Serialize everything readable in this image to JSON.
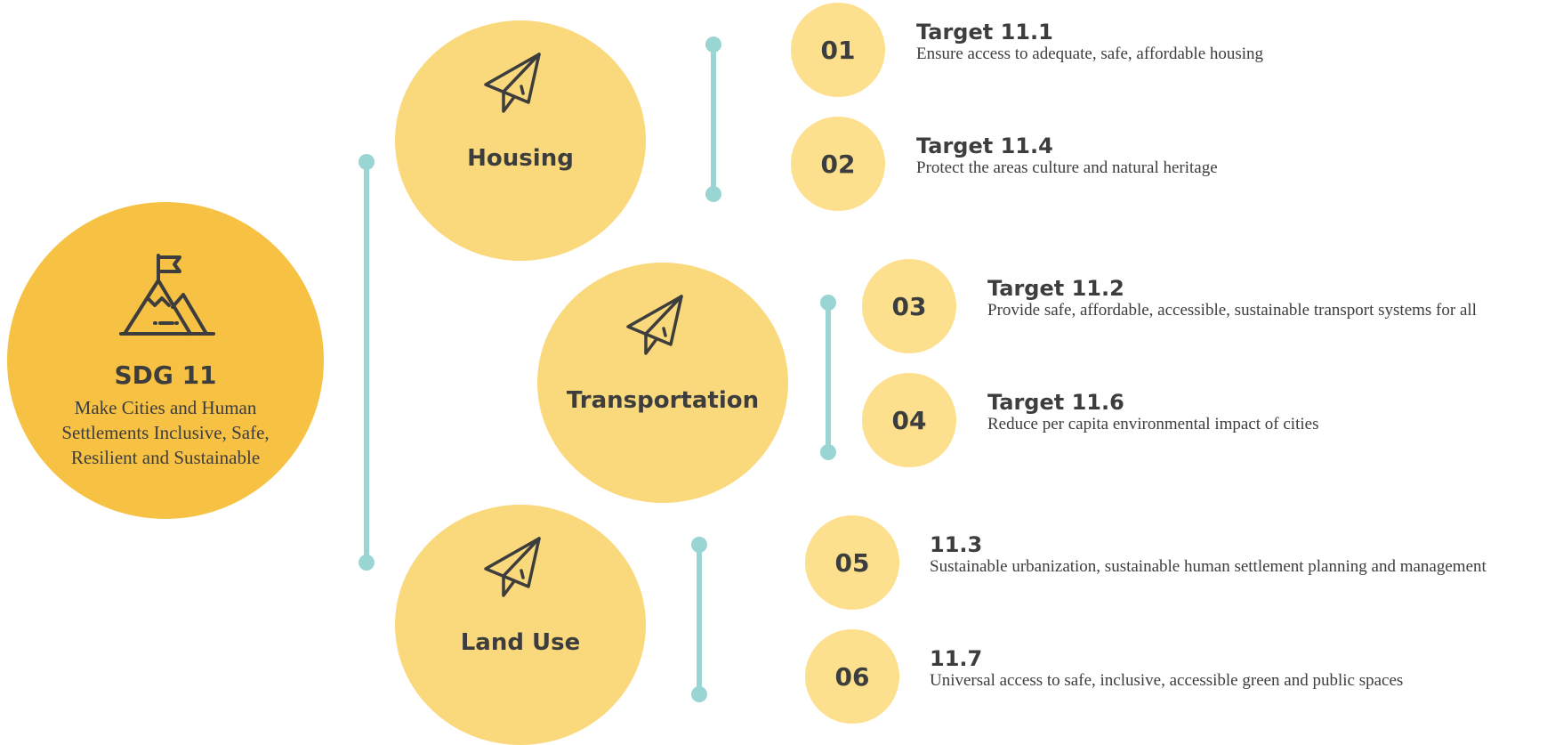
{
  "main": {
    "title": "SDG 11",
    "description": "Make Cities and Human Settlements Inclusive, Safe, Resilient and Sustainable",
    "icon": "mountain-flag-icon"
  },
  "categories": [
    {
      "title": "Housing",
      "icon": "paper-plane-icon"
    },
    {
      "title": "Transportation",
      "icon": "paper-plane-icon"
    },
    {
      "title": "Land Use",
      "icon": "paper-plane-icon"
    }
  ],
  "targets": [
    {
      "number": "01",
      "title": "Target 11.1",
      "description": "Ensure access to adequate, safe, affordable housing"
    },
    {
      "number": "02",
      "title": "Target 11.4",
      "description": "Protect the areas culture and natural heritage"
    },
    {
      "number": "03",
      "title": "Target 11.2",
      "description": "Provide safe, affordable, accessible, sustainable transport systems for all"
    },
    {
      "number": "04",
      "title": "Target 11.6",
      "description": "Reduce per capita environmental impact of cities"
    },
    {
      "number": "05",
      "title": "11.3",
      "description": "Sustainable urbanization, sustainable human settlement planning and management"
    },
    {
      "number": "06",
      "title": "11.7",
      "description": "Universal access to safe, inclusive, accessible green and public spaces"
    }
  ],
  "colors": {
    "main_circle": "#f7c244",
    "category_circle": "#fad97d",
    "number_circle": "#fce08e",
    "connector": "#99d6d3",
    "text": "#3d3d3d"
  }
}
